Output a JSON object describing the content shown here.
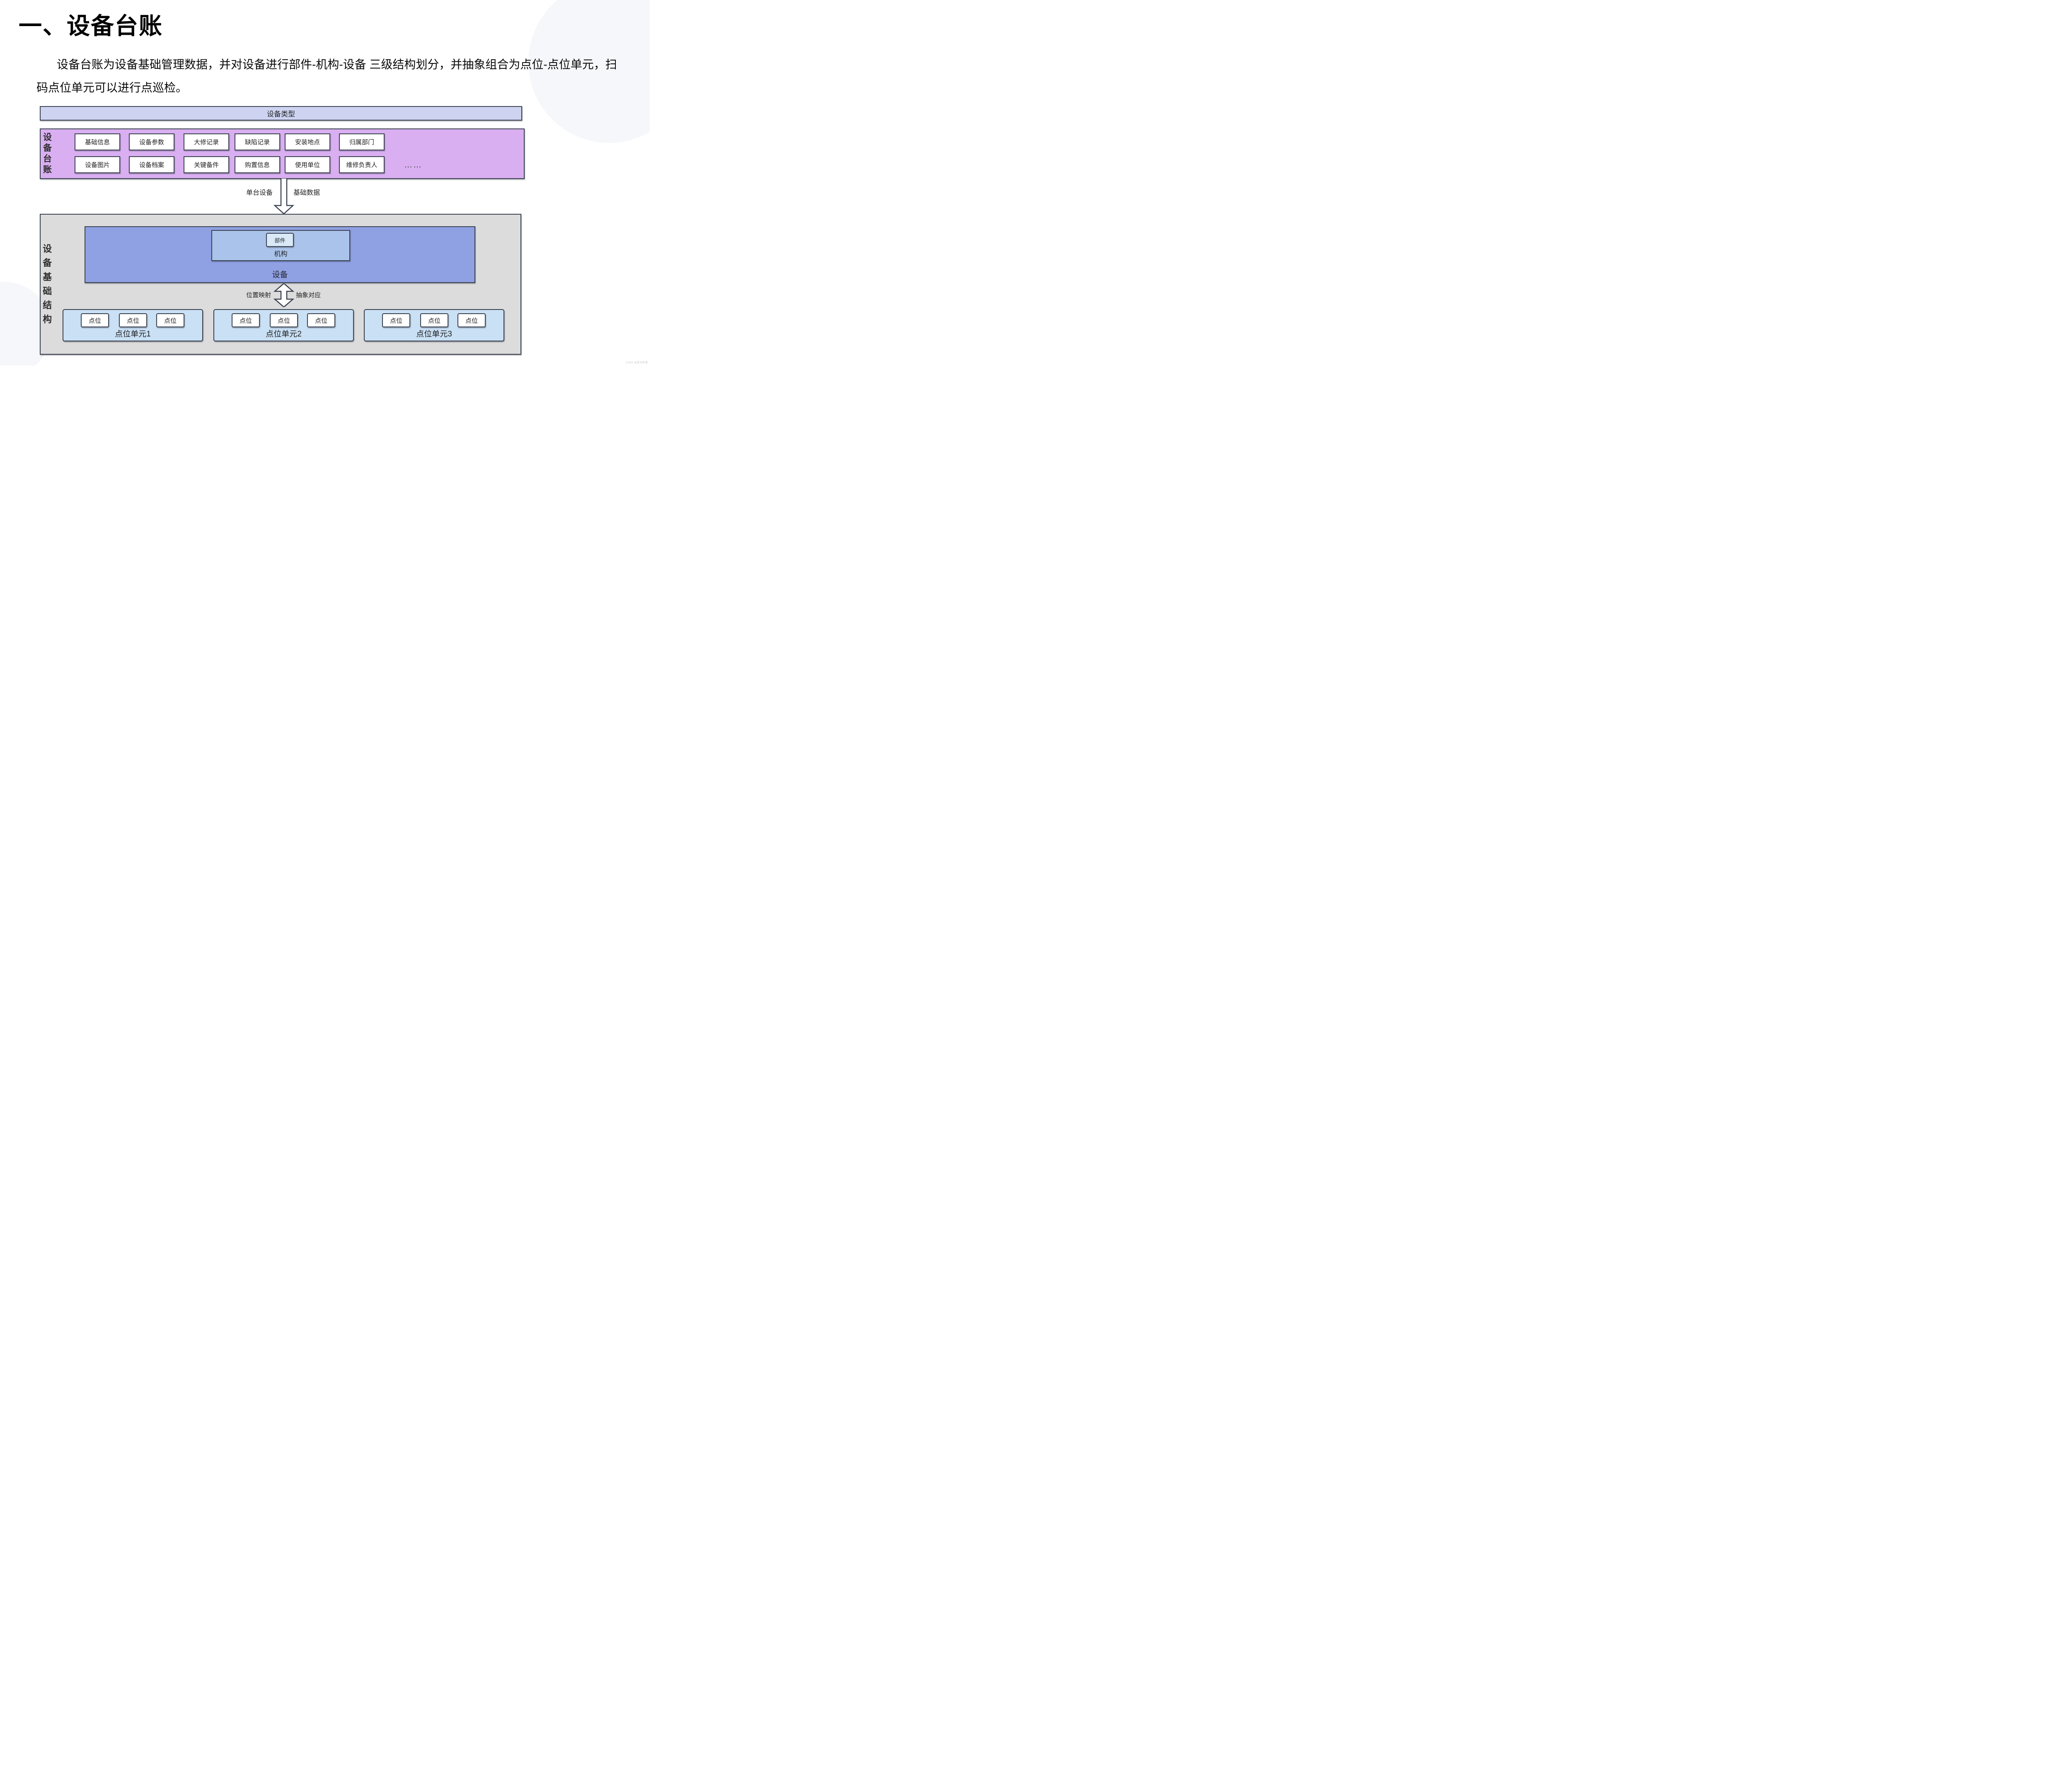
{
  "page": {
    "title": "一、设备台账",
    "paragraph": "设备台账为设备基础管理数据，并对设备进行部件-机构-设备 三级结构划分，并抽象组合为点位-点位单元，扫码点位单元可以进行点巡检。",
    "watermark": "CSDN @星月梦瑾"
  },
  "diagram": {
    "type_bar": "设备类型",
    "ledger": {
      "side_label": "设备台账",
      "row1": [
        "基础信息",
        "设备参数",
        "大修记录",
        "缺陷记录",
        "安装地点",
        "归属部门"
      ],
      "row2": [
        "设备图片",
        "设备档案",
        "关键备件",
        "购置信息",
        "使用单位",
        "维修负责人"
      ],
      "ellipsis": "……"
    },
    "arrow1": {
      "left_label": "单台设备",
      "right_label": "基础数据"
    },
    "structure": {
      "side_label": "设备基础结构",
      "device_label": "设备",
      "mechanism_label": "机构",
      "part_label": "部件",
      "arrow2": {
        "left_label": "位置映射",
        "right_label": "抽象对应"
      },
      "units": [
        {
          "name": "点位单元1",
          "points": [
            "点位",
            "点位",
            "点位"
          ]
        },
        {
          "name": "点位单元2",
          "points": [
            "点位",
            "点位",
            "点位"
          ]
        },
        {
          "name": "点位单元3",
          "points": [
            "点位",
            "点位",
            "点位"
          ]
        }
      ]
    },
    "colors": {
      "bar_fill": "#cdd3f1",
      "ledger_fill": "#d9aff1",
      "structure_fill": "#dcdcdd",
      "device_fill": "#8fa0e3",
      "mechanism_fill": "#aac3ea",
      "part_fill": "#d9e9f8",
      "unit_fill": "#c9e0f5",
      "outline": "#39404d"
    }
  }
}
